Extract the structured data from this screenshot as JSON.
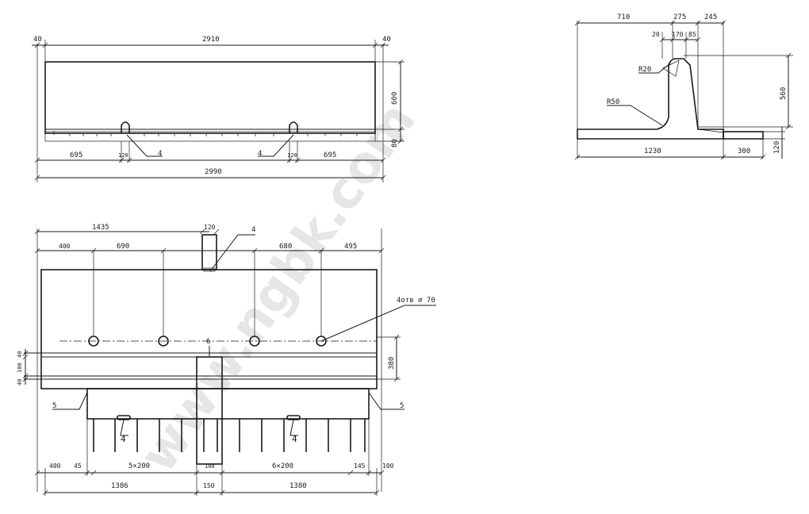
{
  "watermark": "www.ngbk.com",
  "front_view": {
    "dims": [
      "40",
      "2910",
      "40",
      "600",
      "80",
      "695",
      "120",
      "120",
      "695",
      "2990"
    ],
    "callouts": [
      "4",
      "4"
    ]
  },
  "section_view": {
    "dims": [
      "710",
      "275",
      "245",
      "20",
      "170",
      "85",
      "560",
      "120",
      "1230",
      "300"
    ],
    "radii": [
      "R20",
      "R50"
    ]
  },
  "plan_view": {
    "dims": [
      "1435",
      "120",
      "400",
      "690",
      "680",
      "495",
      "380",
      "40",
      "100",
      "40",
      "400",
      "45",
      "5×200",
      "100",
      "6×200",
      "145",
      "100",
      "1386",
      "150",
      "1380"
    ],
    "callouts": [
      "4",
      "6",
      "5",
      "5",
      "4",
      "4"
    ],
    "hole_note": "4отв ∅ 70"
  }
}
